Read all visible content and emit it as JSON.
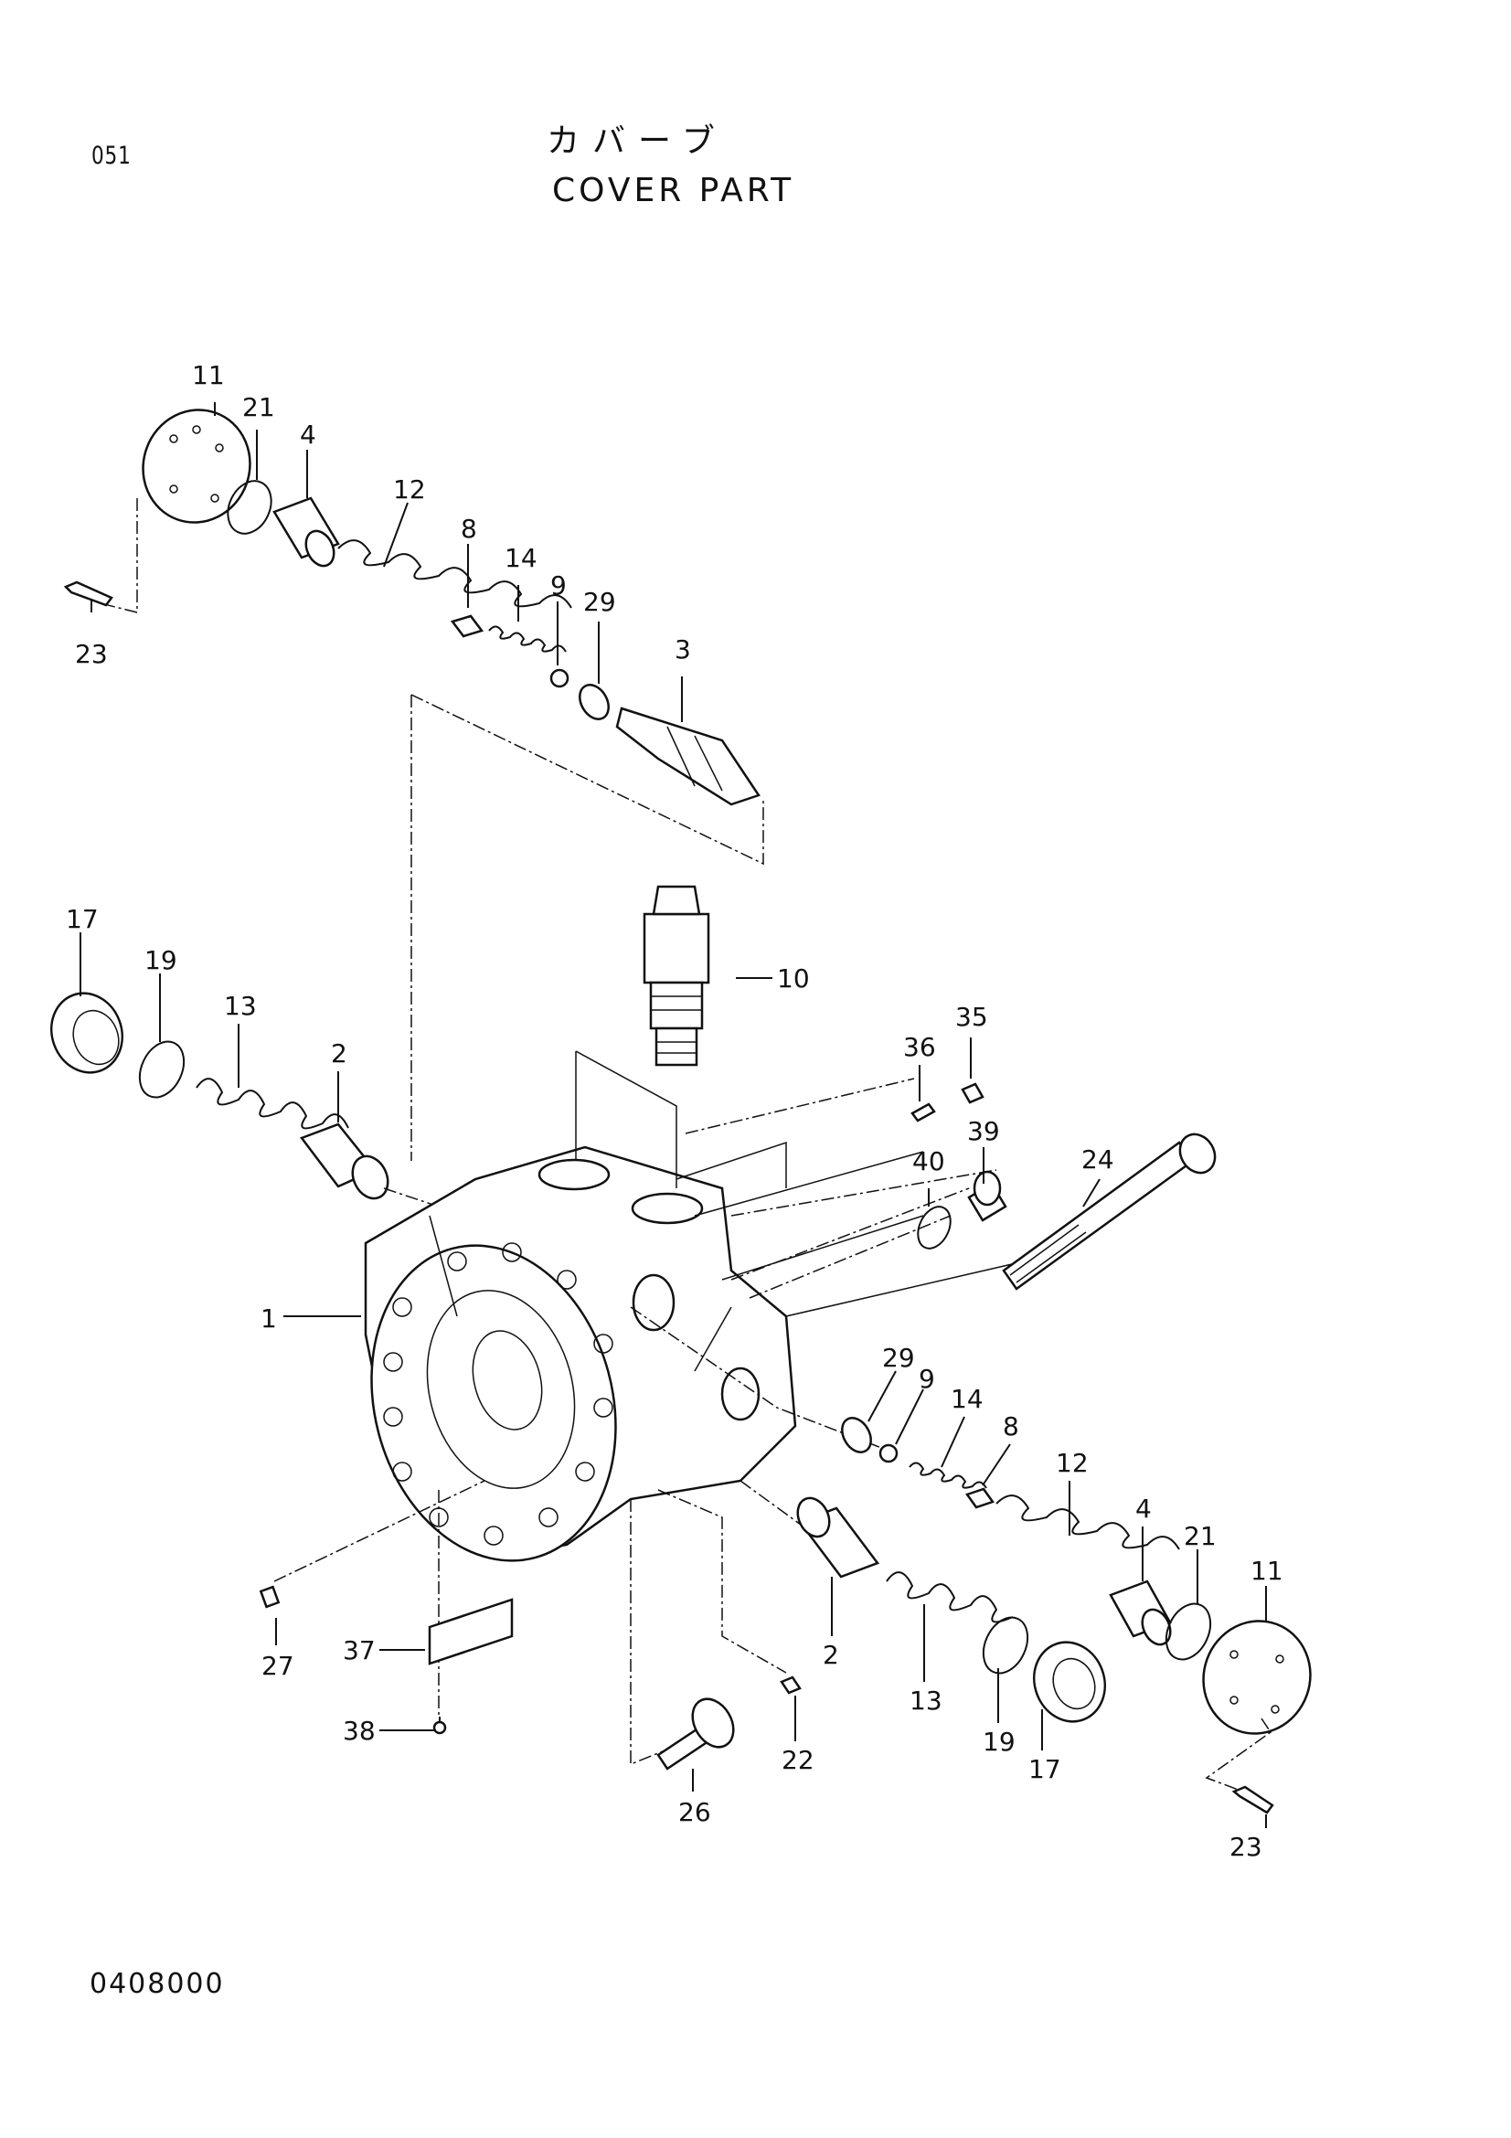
{
  "header": {
    "page_number": "051",
    "title_jp": "カバーブ",
    "title_en": "COVER PART"
  },
  "footer": {
    "document_number": "0408000"
  },
  "callouts": {
    "c11a": "11",
    "c21a": "21",
    "c4a": "4",
    "c12a": "12",
    "c8a": "8",
    "c14a": "14",
    "c9a": "9",
    "c29a": "29",
    "c3": "3",
    "c23a": "23",
    "c10": "10",
    "c17a": "17",
    "c19a": "19",
    "c13a": "13",
    "c2a": "2",
    "c36": "36",
    "c35": "35",
    "c39": "39",
    "c40": "40",
    "c24": "24",
    "c1": "1",
    "c29b": "29",
    "c9b": "9",
    "c14b": "14",
    "c8b": "8",
    "c12b": "12",
    "c4b": "4",
    "c21b": "21",
    "c11b": "11",
    "c27": "27",
    "c37": "37",
    "c38": "38",
    "c2b": "2",
    "c13b": "13",
    "c19b": "19",
    "c17b": "17",
    "c22": "22",
    "c26": "26",
    "c23b": "23"
  }
}
